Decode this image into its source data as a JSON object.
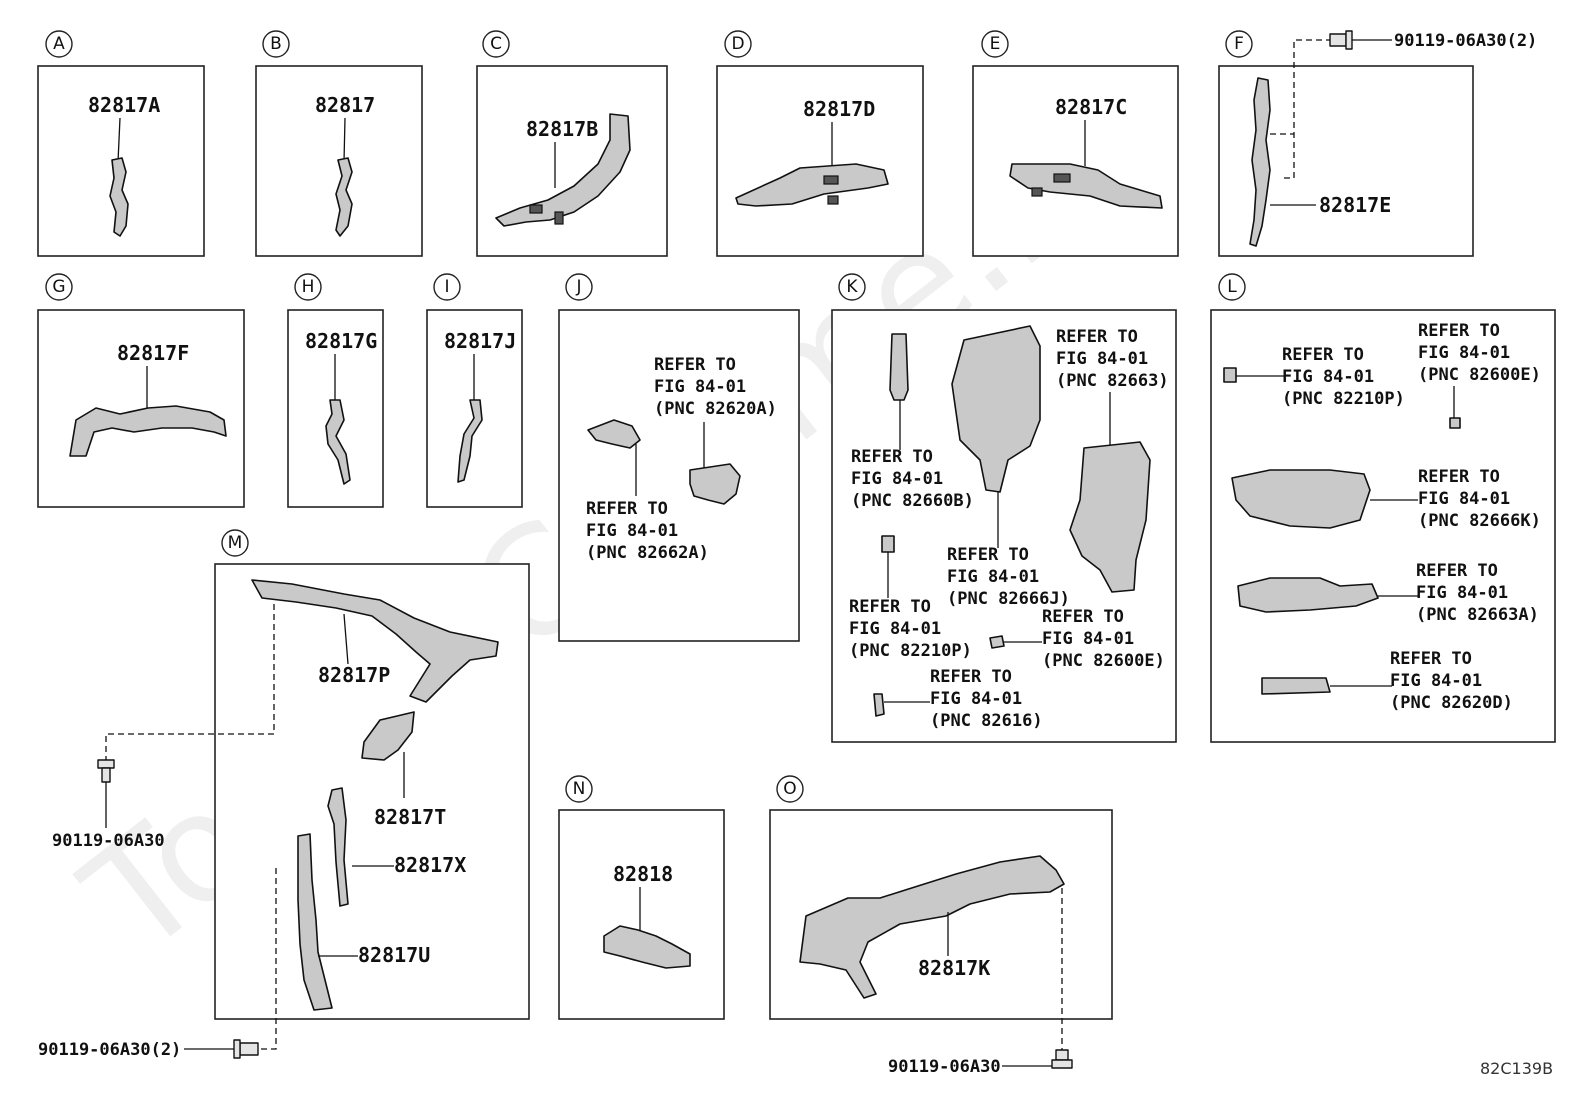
{
  "watermark": "ToyotaCamme.ru",
  "diagram_code": "82C139B",
  "panels": [
    {
      "letter": "A"
    },
    {
      "letter": "B"
    },
    {
      "letter": "C"
    },
    {
      "letter": "D"
    },
    {
      "letter": "E"
    },
    {
      "letter": "F"
    },
    {
      "letter": "G"
    },
    {
      "letter": "H"
    },
    {
      "letter": "I"
    },
    {
      "letter": "J"
    },
    {
      "letter": "K"
    },
    {
      "letter": "L"
    },
    {
      "letter": "M"
    },
    {
      "letter": "N"
    },
    {
      "letter": "O"
    }
  ],
  "part_numbers": {
    "a": "82817A",
    "b": "82817",
    "c": "82817B",
    "d": "82817D",
    "e": "82817C",
    "f": "82817E",
    "g": "82817F",
    "h": "82817G",
    "i": "82817J",
    "m_p": "82817P",
    "m_t": "82817T",
    "m_x": "82817X",
    "m_u": "82817U",
    "n": "82818",
    "o": "82817K"
  },
  "bolts": {
    "f": "90119-06A30(2)",
    "m_left": "90119-06A30",
    "m_bottom": "90119-06A30(2)",
    "o": "90119-06A30"
  },
  "refs": {
    "j1": [
      "REFER TO",
      "FIG 84-01",
      "(PNC 82620A)"
    ],
    "j2": [
      "REFER TO",
      "FIG 84-01",
      "(PNC 82662A)"
    ],
    "k1": [
      "REFER TO",
      "FIG 84-01",
      "(PNC 82663)"
    ],
    "k2": [
      "REFER TO",
      "FIG 84-01",
      "(PNC 82660B)"
    ],
    "k3": [
      "REFER TO",
      "FIG 84-01",
      "(PNC 82666J)"
    ],
    "k4": [
      "REFER TO",
      "FIG 84-01",
      "(PNC 82210P)"
    ],
    "k5": [
      "REFER TO",
      "FIG 84-01",
      "(PNC 82600E)"
    ],
    "k6": [
      "REFER TO",
      "FIG 84-01",
      "(PNC 82616)"
    ],
    "l1": [
      "REFER TO",
      "FIG 84-01",
      "(PNC 82210P)"
    ],
    "l2": [
      "REFER TO",
      "FIG 84-01",
      "(PNC 82600E)"
    ],
    "l3": [
      "REFER TO",
      "FIG 84-01",
      "(PNC 82666K)"
    ],
    "l4": [
      "REFER TO",
      "FIG 84-01",
      "(PNC 82663A)"
    ],
    "l5": [
      "REFER TO",
      "FIG 84-01",
      "(PNC 82620D)"
    ]
  }
}
